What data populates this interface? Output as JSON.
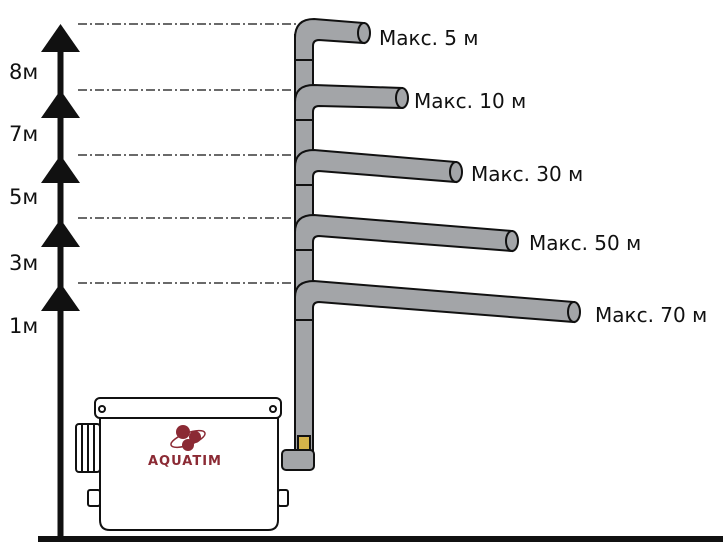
{
  "brand": {
    "name": "AQUATIM",
    "color": "#8b2a34"
  },
  "colors": {
    "pipe_fill": "#a3a5a8",
    "pipe_stroke": "#111111",
    "ink": "#111111"
  },
  "height_levels": [
    {
      "label": "1м"
    },
    {
      "label": "3м"
    },
    {
      "label": "5м"
    },
    {
      "label": "7м"
    },
    {
      "label": "8м"
    }
  ],
  "branches": [
    {
      "label": "Макс. 5 м"
    },
    {
      "label": "Макс. 10 м"
    },
    {
      "label": "Макс. 30 м"
    },
    {
      "label": "Макс. 50 м"
    },
    {
      "label": "Макс. 70 м"
    }
  ]
}
